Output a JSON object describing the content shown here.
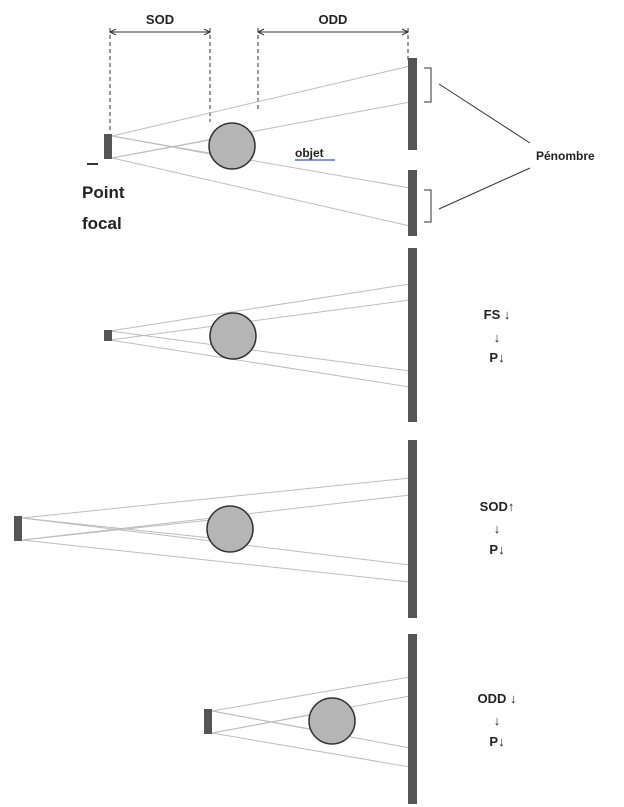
{
  "labels": {
    "sod": "SOD",
    "odd": "ODD",
    "objet": "objet",
    "penombre": "Pénombre",
    "point_focal_line1": "Point",
    "point_focal_line2": "focal"
  },
  "panels": [
    {
      "cause": "",
      "arrow": "",
      "effect": ""
    },
    {
      "cause": "FS ↓",
      "arrow": "↓",
      "effect": "P↓"
    },
    {
      "cause": "SOD↑",
      "arrow": "↓",
      "effect": "P↓"
    },
    {
      "cause": "ODD ↓",
      "arrow": "↓",
      "effect": "P↓"
    }
  ],
  "colors": {
    "source": "#555555",
    "detector": "#555555",
    "object_fill": "#b5b5b5",
    "object_stroke": "#333333",
    "ray": "#bdbdbd",
    "annotation": "#333333",
    "objet_underline": "#3b5bb5"
  }
}
